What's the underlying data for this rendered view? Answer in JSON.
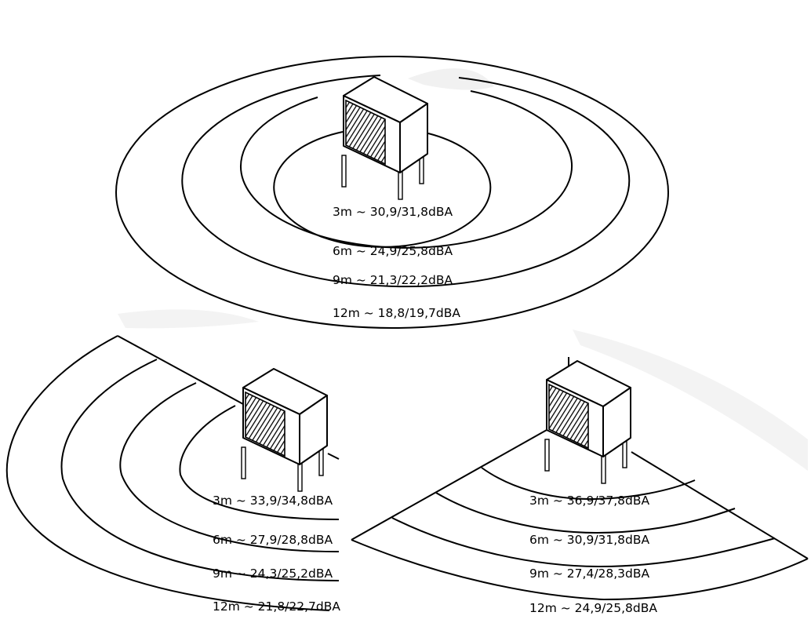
{
  "colors": {
    "line": "#000000",
    "background": "#ffffff",
    "smudge": "#f1f1f1"
  },
  "scenarios": [
    {
      "id": "free-field",
      "labels": [
        "3m ~ 30,9/31,8dBA",
        "6m ~ 24,9/25,8dBA",
        "9m ~ 21,3/22,2dBA",
        "12m ~ 18,8/19,7dBA"
      ]
    },
    {
      "id": "against-wall",
      "labels": [
        "3m ~ 33,9/34,8dBA",
        "6m ~ 27,9/28,8dBA",
        "9m ~ 24,3/25,2dBA",
        "12m ~ 21,8/22,7dBA"
      ]
    },
    {
      "id": "corner",
      "labels": [
        "3m ~ 36,9/37,8dBA",
        "6m ~ 30,9/31,8dBA",
        "9m ~ 27,4/28,3dBA",
        "12m ~ 24,9/25,8dBA"
      ]
    }
  ]
}
